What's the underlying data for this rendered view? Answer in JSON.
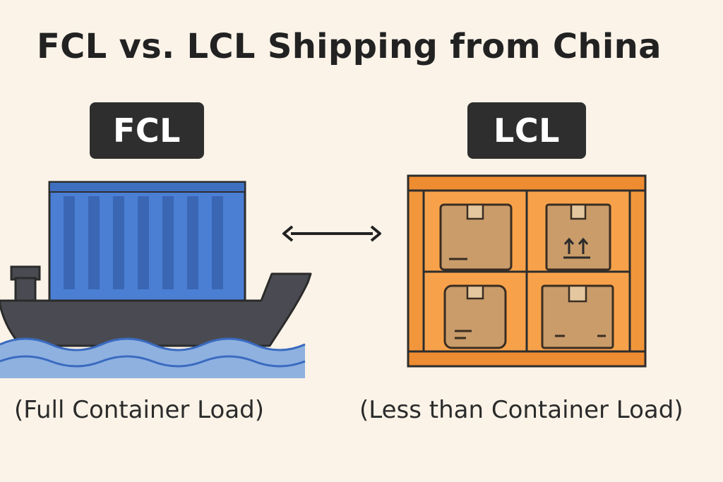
{
  "title": "FCL vs. LCL Shipping from China",
  "fcl": {
    "label": "FCL",
    "caption": "(Full Container Load)"
  },
  "lcl": {
    "label": "LCL",
    "caption": "(Less than Container Load)"
  },
  "icons": {
    "ship": "cargo-ship-icon",
    "container": "shipping-container-icon",
    "waves": "water-waves-icon",
    "arrow": "double-arrow-icon",
    "box": "cardboard-box-icon",
    "this_side_up": "this-side-up-arrows-icon"
  },
  "colors": {
    "background": "#fbf3e8",
    "badge": "#2e2e2e",
    "container_blue": "#4a7fd4",
    "ship_hull": "#4a4b52",
    "water": "#8fb1e0",
    "lcl_frame": "#f2963c",
    "box": "#c99c6a"
  }
}
